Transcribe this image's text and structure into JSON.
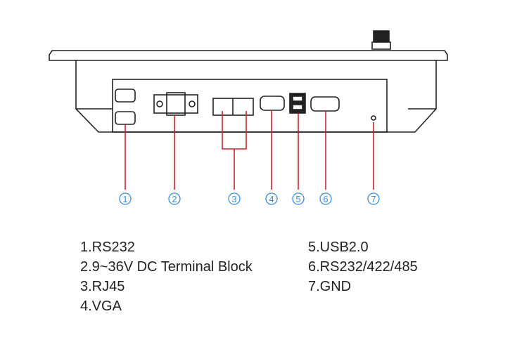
{
  "callouts": [
    "1",
    "2",
    "3",
    "4",
    "5",
    "6",
    "7"
  ],
  "legend_left": [
    "1.RS232",
    "2.9~36V DC Terminal Block",
    "3.RJ45",
    "4.VGA"
  ],
  "legend_right": [
    "5.USB2.0",
    "6.RS232/422/485",
    "7.GND"
  ],
  "colors": {
    "leader": "#d0202a",
    "callout": "#3a8fd0",
    "outline": "#222222"
  }
}
